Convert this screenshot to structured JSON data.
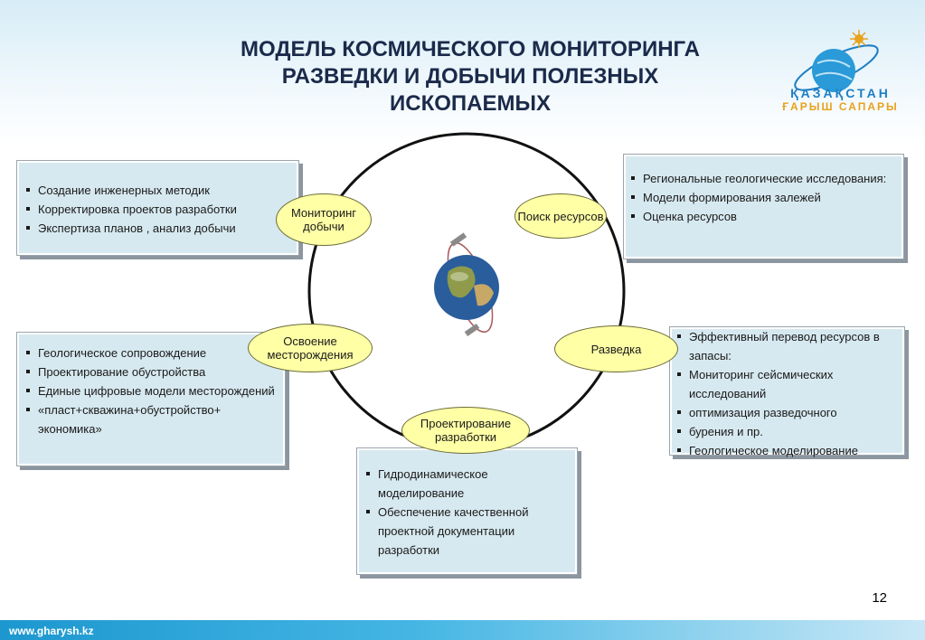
{
  "title": {
    "line1": "МОДЕЛЬ КОСМИЧЕСКОГО МОНИТОРИНГА",
    "line2": "РАЗВЕДКИ И ДОБЫЧИ ПОЛЕЗНЫХ",
    "line3": "ИСКОПАЕМЫХ"
  },
  "logo": {
    "line1": "ҚАЗАҚСТАН",
    "line2": "ҒАРЫШ САПАРЫ"
  },
  "nodes": {
    "monitoring": "Мониторинг добычи",
    "search": "Поиск ресурсов",
    "development": "Освоение месторождения",
    "exploration": "Разведка",
    "design": "Проектирование разработки"
  },
  "boxes": {
    "monitoring": [
      "Создание инженерных методик",
      "Корректировка проектов разработки",
      "Экспертиза планов , анализ добычи"
    ],
    "search": [
      "Региональные геологические исследования:",
      "Модели формирования залежей",
      "Оценка ресурсов"
    ],
    "development": [
      "Геологическое сопровождение",
      "Проектирование обустройства",
      "Единые цифровые модели месторождений",
      "«пласт+скважина+обустройство+ экономика»"
    ],
    "exploration": [
      "Эффективный перевод ресурсов в запасы:",
      "Мониторинг сейсмических исследований",
      "оптимизация разведочного",
      " бурения и пр.",
      "Геологическое моделирование"
    ],
    "design": [
      "Гидродинамическое моделирование",
      "Обеспечение качественной проектной документации разработки"
    ]
  },
  "footer": {
    "url": "www.gharysh.kz",
    "page": "12"
  },
  "colors": {
    "node_fill": "#ffffa6",
    "box_fill": "#d7e9f0",
    "title": "#1b2a4a",
    "footer": "#1c97cf"
  }
}
